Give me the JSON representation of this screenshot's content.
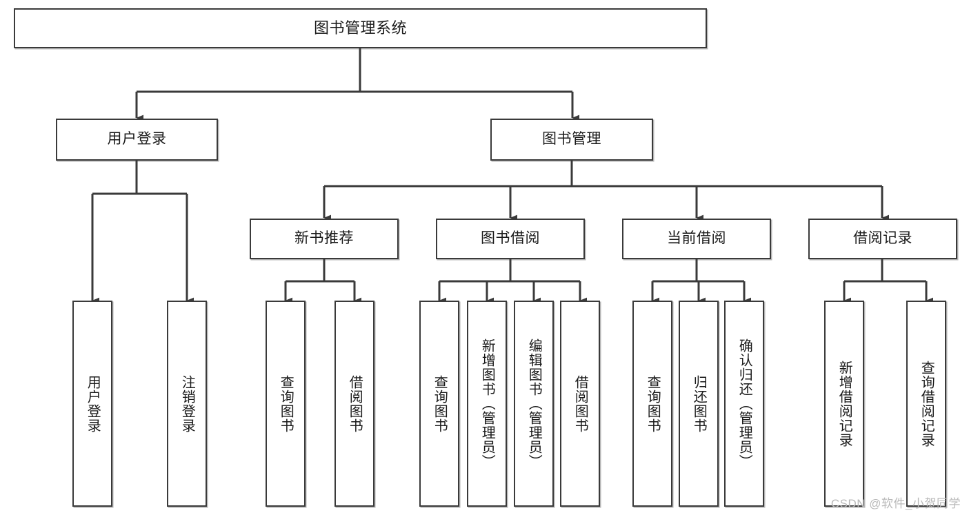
{
  "diagram": {
    "title": "图书管理系统",
    "type": "tree",
    "watermark": "CSDN @软件_小贺同学",
    "colors": {
      "box_border": "#3a3a3a",
      "box_fill": "#ffffff",
      "edge": "#3a3a3a",
      "text": "#1a1a1a",
      "watermark": "#b9b9b9"
    },
    "nodes": {
      "root": {
        "label": "图书管理系统"
      },
      "level2": [
        {
          "id": "user-login",
          "label": "用户登录"
        },
        {
          "id": "book-manage",
          "label": "图书管理"
        }
      ],
      "level3": [
        {
          "id": "new-book-rec",
          "label": "新书推荐"
        },
        {
          "id": "book-borrow",
          "label": "图书借阅"
        },
        {
          "id": "current-borrow",
          "label": "当前借阅"
        },
        {
          "id": "borrow-record",
          "label": "借阅记录"
        }
      ],
      "leaves": [
        {
          "id": "leaf-user-login",
          "label": "用户登录",
          "parent": "user-login"
        },
        {
          "id": "leaf-user-logout",
          "label": "注销登录",
          "parent": "user-login"
        },
        {
          "id": "leaf-query-book-1",
          "label": "查询图书",
          "parent": "new-book-rec"
        },
        {
          "id": "leaf-borrow-book-1",
          "label": "借阅图书",
          "parent": "new-book-rec"
        },
        {
          "id": "leaf-query-book-2",
          "label": "查询图书",
          "parent": "book-borrow"
        },
        {
          "id": "leaf-add-book",
          "label": "新增图书（管理员）",
          "parent": "book-borrow"
        },
        {
          "id": "leaf-edit-book",
          "label": "编辑图书（管理员）",
          "parent": "book-borrow"
        },
        {
          "id": "leaf-borrow-book-2",
          "label": "借阅图书",
          "parent": "book-borrow"
        },
        {
          "id": "leaf-query-book-3",
          "label": "查询图书",
          "parent": "current-borrow"
        },
        {
          "id": "leaf-return-book",
          "label": "归还图书",
          "parent": "current-borrow"
        },
        {
          "id": "leaf-confirm-return",
          "label": "确认归还（管理员）",
          "parent": "current-borrow"
        },
        {
          "id": "leaf-add-record",
          "label": "新增借阅记录",
          "parent": "borrow-record"
        },
        {
          "id": "leaf-query-record",
          "label": "查询借阅记录",
          "parent": "borrow-record"
        }
      ]
    }
  }
}
